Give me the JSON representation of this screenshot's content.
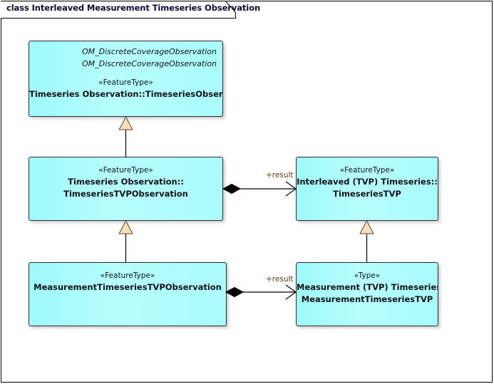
{
  "frame": {
    "title": "class Interleaved Measurement Timeseries Observation"
  },
  "colors": {
    "class_fill": "#a8fcfd",
    "class_border": "#2b2b2b",
    "generalization_fill": "#f5dfb4",
    "composition_fill": "#000000",
    "label_text": "#5a3a10",
    "title_text": "#0b0b3a"
  },
  "classes": [
    {
      "id": "timeseries-observation",
      "inherited": [
        "OM_DiscreteCoverageObservation",
        "OM_DiscreteCoverageObservation"
      ],
      "stereotype": "«FeatureType»",
      "name_lines": [
        "Timeseries Observation::TimeseriesObservation"
      ]
    },
    {
      "id": "timeseries-tvp-observation",
      "inherited": [],
      "stereotype": "«FeatureType»",
      "name_lines": [
        "Timeseries Observation::",
        "TimeseriesTVPObservation"
      ]
    },
    {
      "id": "interleaved-timeseries-tvp",
      "inherited": [],
      "stereotype": "«FeatureType»",
      "name_lines": [
        "Interleaved (TVP) Timeseries::",
        "TimeseriesTVP"
      ]
    },
    {
      "id": "measurement-timeseries-tvp-observation",
      "inherited": [],
      "stereotype": "«FeatureType»",
      "name_lines": [
        "MeasurementTimeseriesTVPObservation"
      ]
    },
    {
      "id": "measurement-timeseries-tvp",
      "inherited": [],
      "stereotype": "«Type»",
      "name_lines": [
        "Measurement (TVP) Timeseries::",
        "MeasurementTimeseriesTVP"
      ]
    }
  ],
  "associations": [
    {
      "id": "result-upper",
      "label": "+result"
    },
    {
      "id": "result-lower",
      "label": "+result"
    }
  ]
}
